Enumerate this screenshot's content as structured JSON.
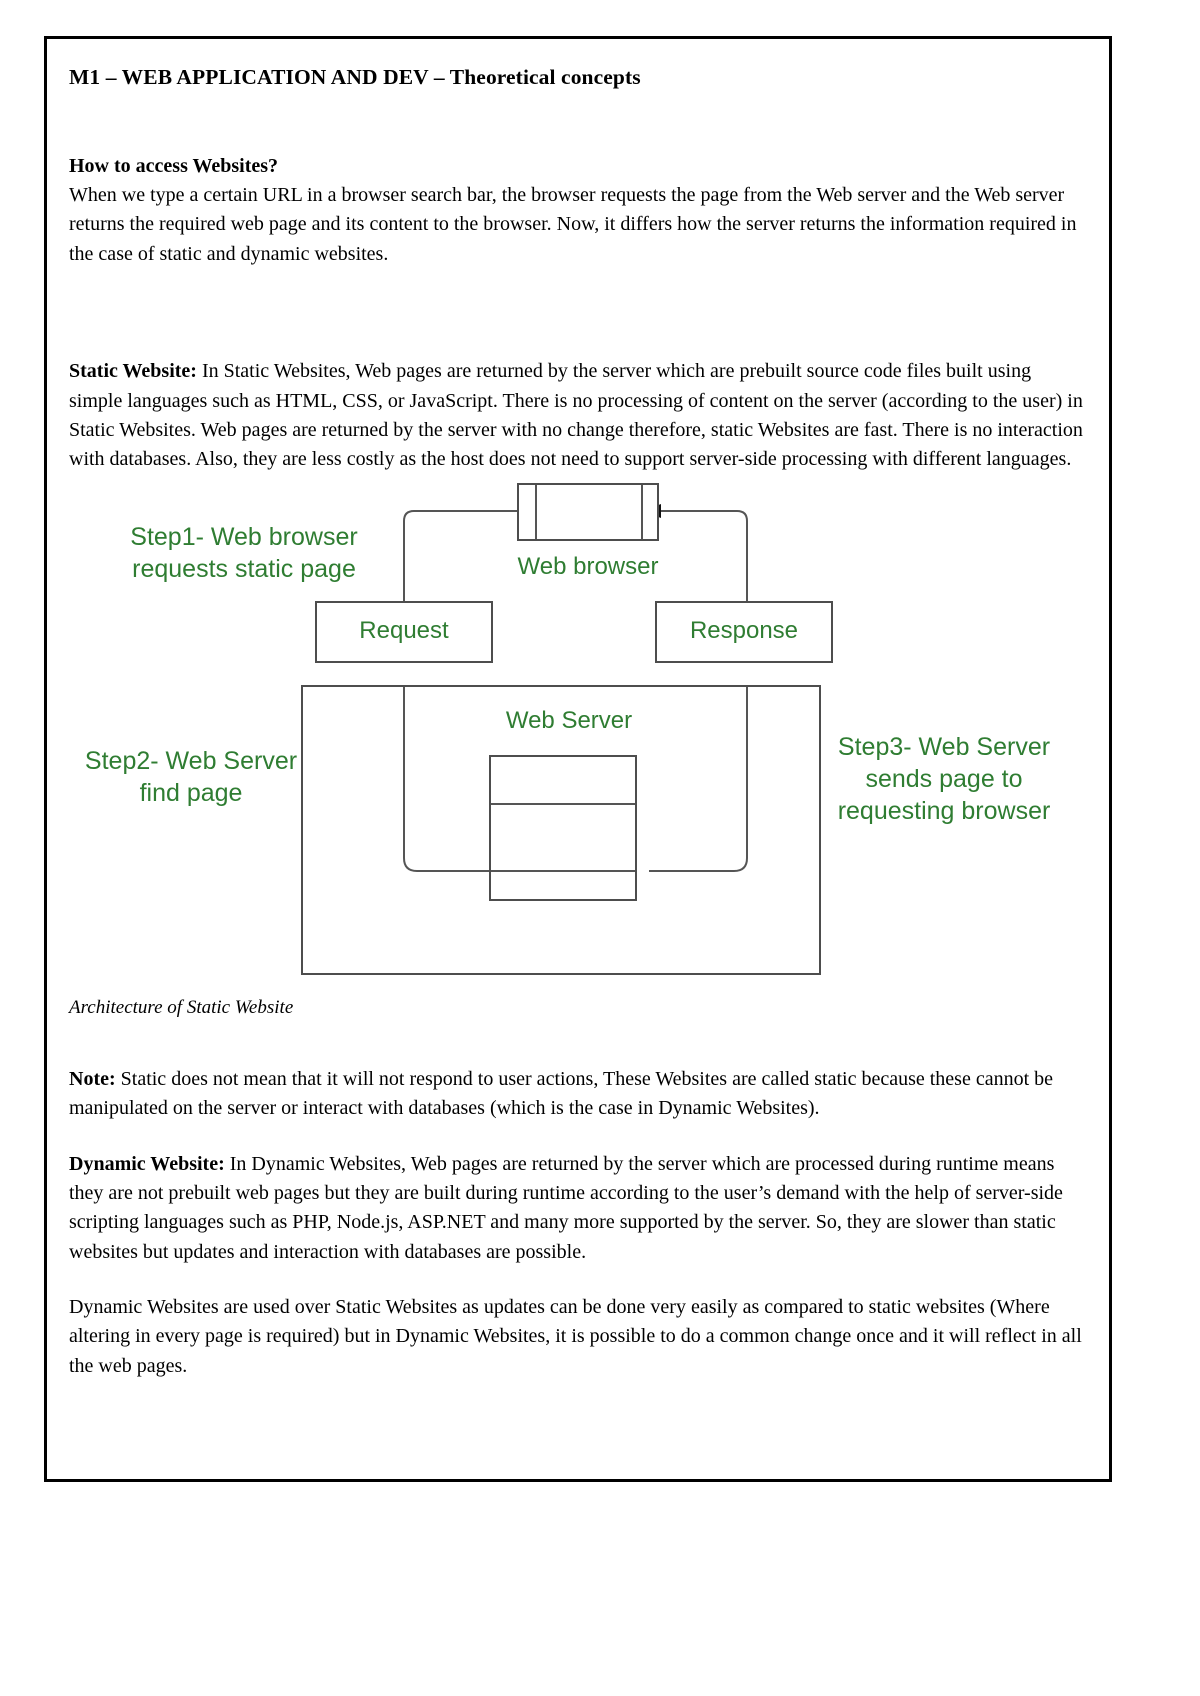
{
  "document": {
    "title": "M1 – WEB APPLICATION AND DEV – Theoretical concepts",
    "sections": {
      "access_heading": "How to access Websites?",
      "access_paragraph": "When we type a certain URL in a browser search bar, the browser requests the page from the Web server and the Web server returns the required web page and its content to the browser. Now, it differs how the server returns the information required in the case of static and dynamic websites.",
      "static_label": "Static Website:",
      "static_paragraph": " In Static Websites, Web pages are returned by the server which are prebuilt source code files built using simple languages such as HTML, CSS, or JavaScript. There is no processing of content on the server (according to the user) in Static Websites. Web pages are returned by the server with no change therefore, static Websites are fast. There is no interaction with databases. Also, they are less costly as the host does not need to support server-side processing with different languages.",
      "figure_caption": "Architecture of Static Website",
      "note_label": "Note:",
      "note_paragraph": " Static does not mean that it will not respond to user actions, These Websites are called static because these cannot be manipulated on the server or interact with databases (which is the case in Dynamic Websites).",
      "dynamic_label": "Dynamic Website:",
      "dynamic_paragraph": " In Dynamic Websites, Web pages are returned by the server which are processed during runtime means they are not prebuilt web pages but they are built during runtime according to the user’s demand with the help of server-side scripting languages such as PHP, Node.js, ASP.NET and many more supported by the server. So, they are slower than static websites but updates and interaction with databases are possible.",
      "comparison_paragraph": "Dynamic Websites are used over Static Websites as updates can be done very easily as compared to static websites (Where altering in every page is required) but in Dynamic Websites, it is possible to do a common change once and it will reflect in all the web pages."
    }
  },
  "diagram": {
    "accent_color": "#2f7d32",
    "line_color": "#555555",
    "labels": {
      "step1": "Step1- Web browser\nrequests static page",
      "step2": "Step2- Web Server\nfind page",
      "step3": "Step3- Web Server\nsends page to\nrequesting browser",
      "web_browser": "Web browser",
      "request": "Request",
      "response": "Response",
      "web_server": "Web Server"
    }
  }
}
